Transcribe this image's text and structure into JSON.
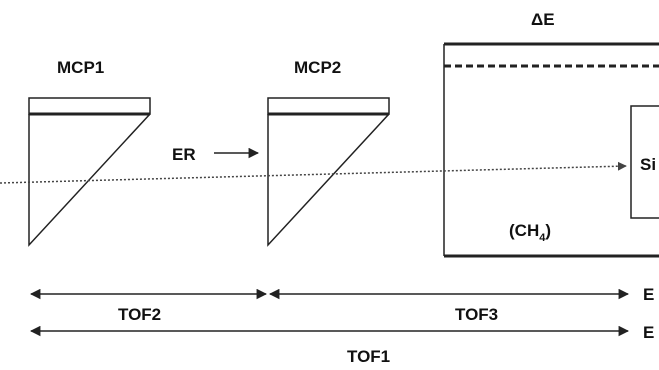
{
  "labels": {
    "mcp1": "MCP1",
    "mcp2": "MCP2",
    "delta_e": "ΔE",
    "er": "ER",
    "si": "Si",
    "ch4_prefix": "(CH",
    "ch4_sub": "4",
    "ch4_suffix": ")",
    "tof1": "TOF1",
    "tof2": "TOF2",
    "tof3": "TOF3",
    "e_top": "E",
    "e_bottom": "E"
  },
  "colors": {
    "line": "#222222",
    "beam": "#555555"
  }
}
